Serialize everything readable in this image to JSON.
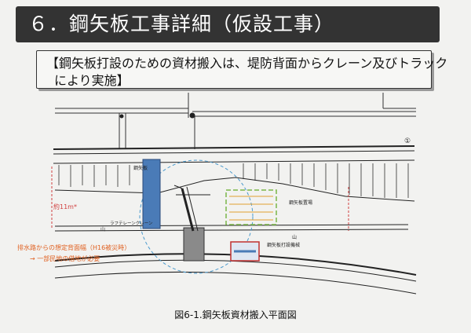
{
  "title": "６．鋼矢板工事詳細（仮設工事）",
  "note": {
    "line1": "【鋼矢板打設のための資材搬入は、堤防背面からクレーン及びトラック",
    "line2": "により実施】"
  },
  "drawing": {
    "dim_label": "約11m*",
    "label_steel_pile": "鋼矢板",
    "label_crane": "ラフテレーンクレーン",
    "label_storage": "鋼矢板置場",
    "label_machine": "鋼矢板打設機械",
    "label_yama_left": "山",
    "label_yama_right": "山",
    "orange_note1": "排水路からの想定背面幅（H16被災時）",
    "orange_note2": "→ 一部民地の借地が必要",
    "circle_mark": "①"
  },
  "caption": "図6-1.鋼矢板資材搬入平面図",
  "colors": {
    "title_bg": "#333333",
    "blue_member": "#4a7bb7",
    "green_storage": "#7ab648",
    "orange_note": "#e06020",
    "red_dim": "#d04040"
  }
}
